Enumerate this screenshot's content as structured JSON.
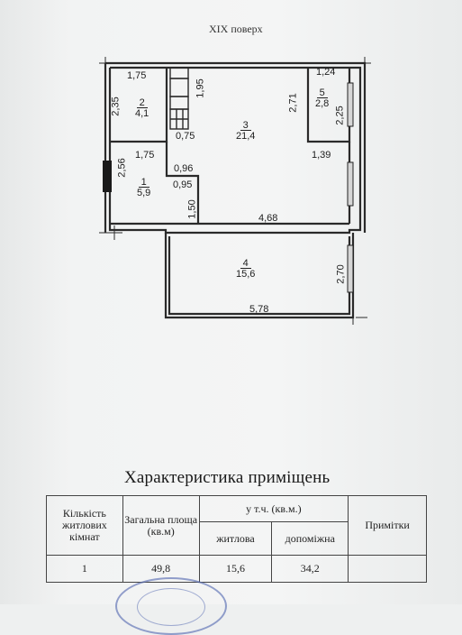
{
  "floor_title": "XIX поверх",
  "rooms": [
    {
      "num": "2",
      "area": "4,1"
    },
    {
      "num": "3",
      "area": "21,4"
    },
    {
      "num": "5",
      "area": "2,8"
    },
    {
      "num": "1",
      "area": "5,9"
    },
    {
      "num": "4",
      "area": "15,6"
    }
  ],
  "dimensions": {
    "d175_top": "1,75",
    "d235": "2,35",
    "d195": "1,95",
    "d271": "2,71",
    "d124": "1,24",
    "d225": "2,25",
    "d075": "0,75",
    "d175_mid": "1,75",
    "d096": "0,96",
    "d139": "1,39",
    "d256": "2,56",
    "d095": "0,95",
    "d150": "1,50",
    "d468": "4,68",
    "d270": "2,70",
    "d578": "5,78"
  },
  "table": {
    "heading": "Характеристика приміщень",
    "col_rooms": "Кількість житлових кімнат",
    "col_total": "Загальна площа (кв.м)",
    "col_incl": "у т.ч. (кв.м.)",
    "col_living": "житлова",
    "col_aux": "допоміжна",
    "col_notes": "Примітки",
    "row": {
      "rooms": "1",
      "total": "49,8",
      "living": "15,6",
      "aux": "34,2",
      "notes": ""
    }
  }
}
